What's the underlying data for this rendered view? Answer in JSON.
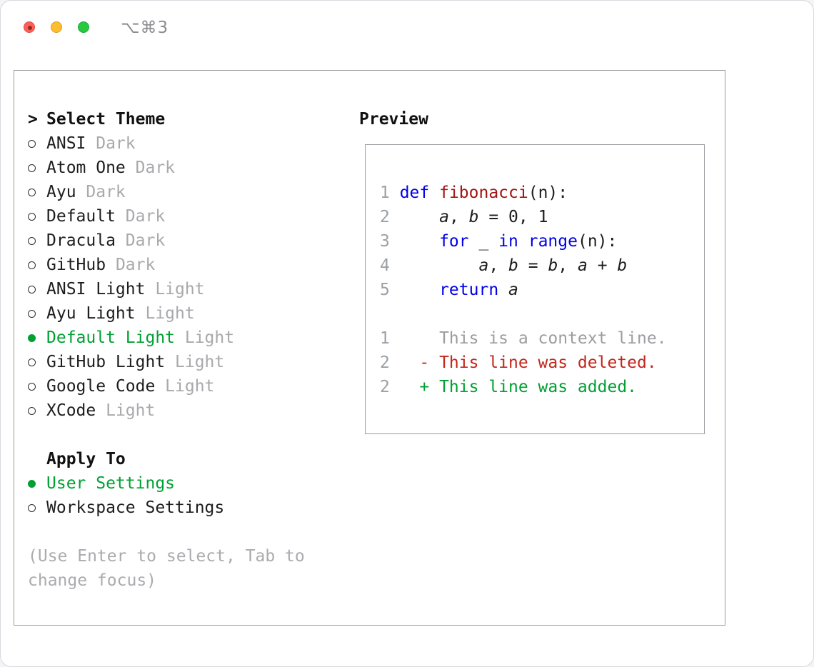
{
  "colors": {
    "accent_green": "#00A033",
    "deleted_red": "#C3261C",
    "keyword_blue": "#0000E6",
    "function_red": "#A31515",
    "muted_gray": "#A9A9AD"
  },
  "titlebar": {
    "shortcut": "⌥⌘3"
  },
  "theme_selector": {
    "prompt": ">",
    "title": "Select Theme",
    "items": [
      {
        "name": "ANSI",
        "variant": "Dark",
        "selected": false
      },
      {
        "name": "Atom One",
        "variant": "Dark",
        "selected": false
      },
      {
        "name": "Ayu",
        "variant": "Dark",
        "selected": false
      },
      {
        "name": "Default",
        "variant": "Dark",
        "selected": false
      },
      {
        "name": "Dracula",
        "variant": "Dark",
        "selected": false
      },
      {
        "name": "GitHub",
        "variant": "Dark",
        "selected": false
      },
      {
        "name": "ANSI Light",
        "variant": "Light",
        "selected": false
      },
      {
        "name": "Ayu Light",
        "variant": "Light",
        "selected": false
      },
      {
        "name": "Default Light",
        "variant": "Light",
        "selected": true
      },
      {
        "name": "GitHub Light",
        "variant": "Light",
        "selected": false
      },
      {
        "name": "Google Code",
        "variant": "Light",
        "selected": false
      },
      {
        "name": "XCode",
        "variant": "Light",
        "selected": false
      }
    ]
  },
  "apply_to": {
    "title": "Apply To",
    "options": [
      {
        "label": "User Settings",
        "selected": true
      },
      {
        "label": "Workspace Settings",
        "selected": false
      }
    ]
  },
  "hint": "(Use Enter to select, Tab to change focus)",
  "preview": {
    "title": "Preview",
    "code_lines": [
      {
        "num": "1",
        "segments": [
          {
            "t": "def",
            "c": "kw"
          },
          {
            "t": " "
          },
          {
            "t": "fibonacci",
            "c": "fn"
          },
          {
            "t": "(n):"
          }
        ]
      },
      {
        "num": "2",
        "segments": [
          {
            "t": "    "
          },
          {
            "t": "a",
            "c": "it"
          },
          {
            "t": ", "
          },
          {
            "t": "b",
            "c": "it"
          },
          {
            "t": " = 0, 1"
          }
        ]
      },
      {
        "num": "3",
        "segments": [
          {
            "t": "    "
          },
          {
            "t": "for",
            "c": "kw"
          },
          {
            "t": " _ "
          },
          {
            "t": "in",
            "c": "kw"
          },
          {
            "t": " "
          },
          {
            "t": "range",
            "c": "kw"
          },
          {
            "t": "(n):"
          }
        ]
      },
      {
        "num": "4",
        "segments": [
          {
            "t": "        "
          },
          {
            "t": "a",
            "c": "it"
          },
          {
            "t": ", "
          },
          {
            "t": "b",
            "c": "it"
          },
          {
            "t": " = "
          },
          {
            "t": "b",
            "c": "it"
          },
          {
            "t": ", "
          },
          {
            "t": "a",
            "c": "it"
          },
          {
            "t": " + "
          },
          {
            "t": "b",
            "c": "it"
          }
        ]
      },
      {
        "num": "5",
        "segments": [
          {
            "t": "    "
          },
          {
            "t": "return",
            "c": "kw"
          },
          {
            "t": " "
          },
          {
            "t": "a",
            "c": "it"
          }
        ]
      }
    ],
    "diff_lines": [
      {
        "num": "1",
        "segments": [
          {
            "t": "    This is a context line.",
            "c": "ctx"
          }
        ]
      },
      {
        "num": "2",
        "segments": [
          {
            "t": "  - This line was deleted.",
            "c": "del"
          }
        ]
      },
      {
        "num": "2",
        "segments": [
          {
            "t": "  + This line was added.",
            "c": "add"
          }
        ]
      }
    ]
  }
}
